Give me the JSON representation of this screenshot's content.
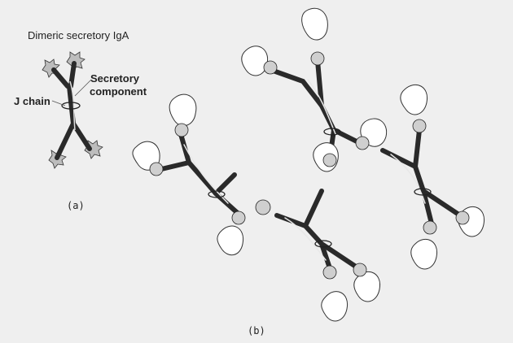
{
  "labels": {
    "title": "Dimeric secretory IgA",
    "secretory_line1": "Secretory",
    "secretory_line2": "component",
    "j_chain": "J chain",
    "panel_a": "(a)",
    "panel_b": "(b)"
  },
  "colors": {
    "background": "#efefef",
    "antibody_chain": "#2a2a2a",
    "antigen_fill": "#bdbdbd",
    "outline": "#333333",
    "text": "#222222"
  },
  "icons": [
    "antibody-y-shape",
    "spiky-antigen",
    "ribbon-domain"
  ]
}
